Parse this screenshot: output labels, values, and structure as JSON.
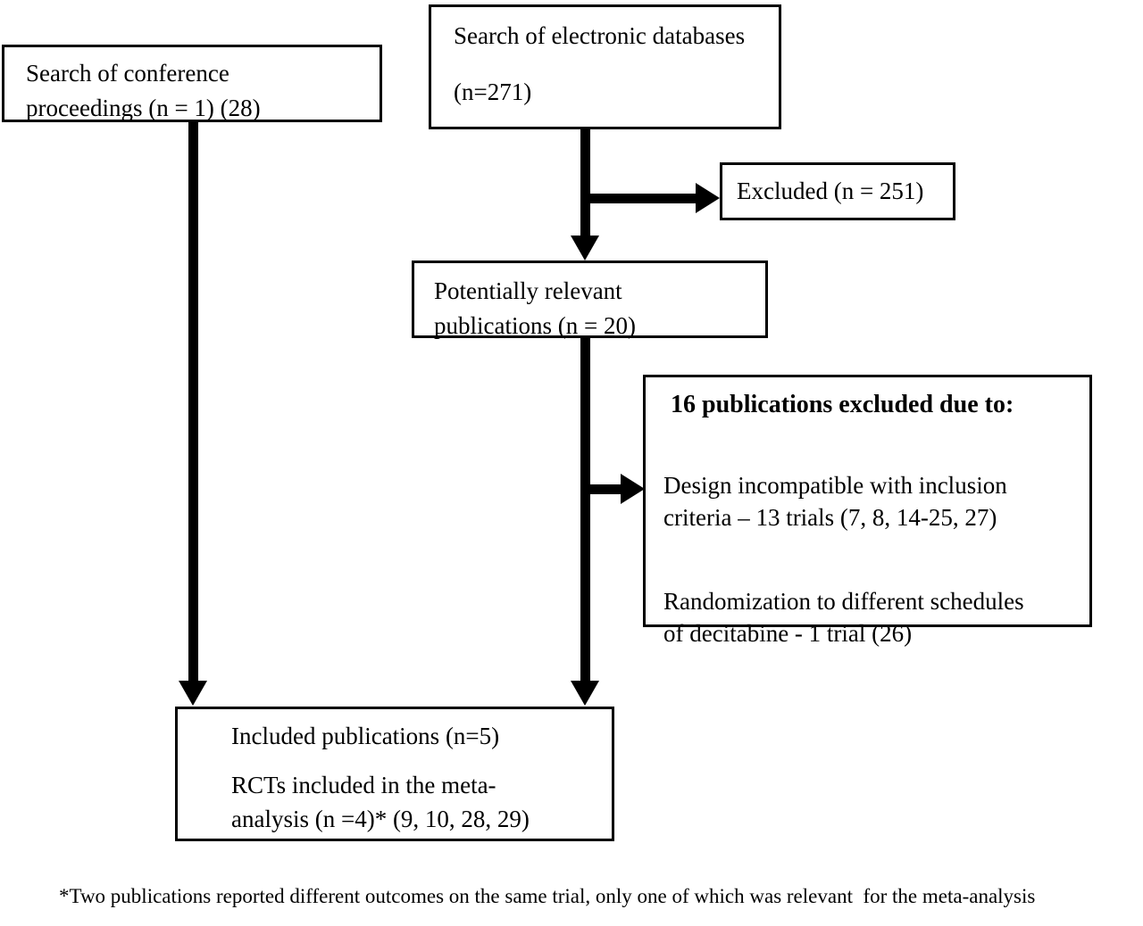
{
  "boxes": {
    "conference_proceedings": {
      "lines": [
        "Search of conference",
        "proceedings (n = 1) (28)"
      ]
    },
    "electronic_databases": {
      "lines": [
        "Search of electronic databases",
        "(n=271)"
      ]
    },
    "excluded": {
      "label": "Excluded (n = 251)"
    },
    "potentially_relevant": {
      "lines": [
        "Potentially relevant",
        "publications (n = 20)"
      ]
    },
    "exclusion_reasons": {
      "heading": "16 publications excluded due to:",
      "reason1_lines": [
        "Design incompatible with inclusion",
        "criteria – 13 trials (7, 8, 14-25, 27)"
      ],
      "reason2_lines": [
        "Randomization to different schedules",
        "of decitabine - 1 trial (26)"
      ]
    },
    "included": {
      "para1": "Included publications (n=5)",
      "para2_lines": [
        "RCTs included in the meta-",
        "analysis (n =4)* (9, 10, 28, 29)"
      ]
    }
  },
  "footnote": "*Two publications reported different outcomes on the same trial, only one of which was relevant  for the meta-analysis",
  "colors": {
    "line": "#000000",
    "background": "#ffffff"
  }
}
